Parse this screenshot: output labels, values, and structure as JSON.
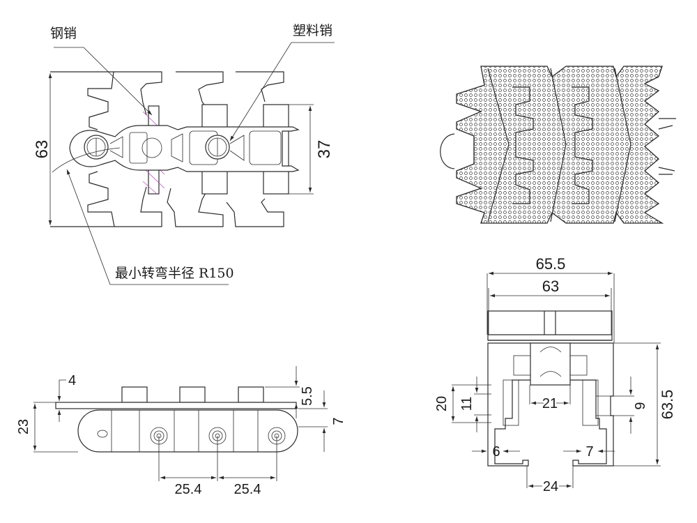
{
  "labels": {
    "steel_pin": "钢销",
    "plastic_pin": "塑料销",
    "min_turn_radius": "最小转弯半径 R150"
  },
  "top_view_dims": {
    "width": "63",
    "pin_length": "37"
  },
  "side_view_dims": {
    "d4": "4",
    "d5_5": "5.5",
    "d23": "23",
    "d7": "7",
    "pitch_1": "25.4",
    "pitch_2": "25.4"
  },
  "end_view_dims": {
    "d65_5": "65.5",
    "d63": "63",
    "d20": "20",
    "d11": "11",
    "d21": "21",
    "d9": "9",
    "d63_5": "63.5",
    "d6": "6",
    "d7": "7",
    "d24": "24"
  },
  "colors": {
    "line": "#2a2a2a",
    "section_hatch": "#c050c0"
  }
}
